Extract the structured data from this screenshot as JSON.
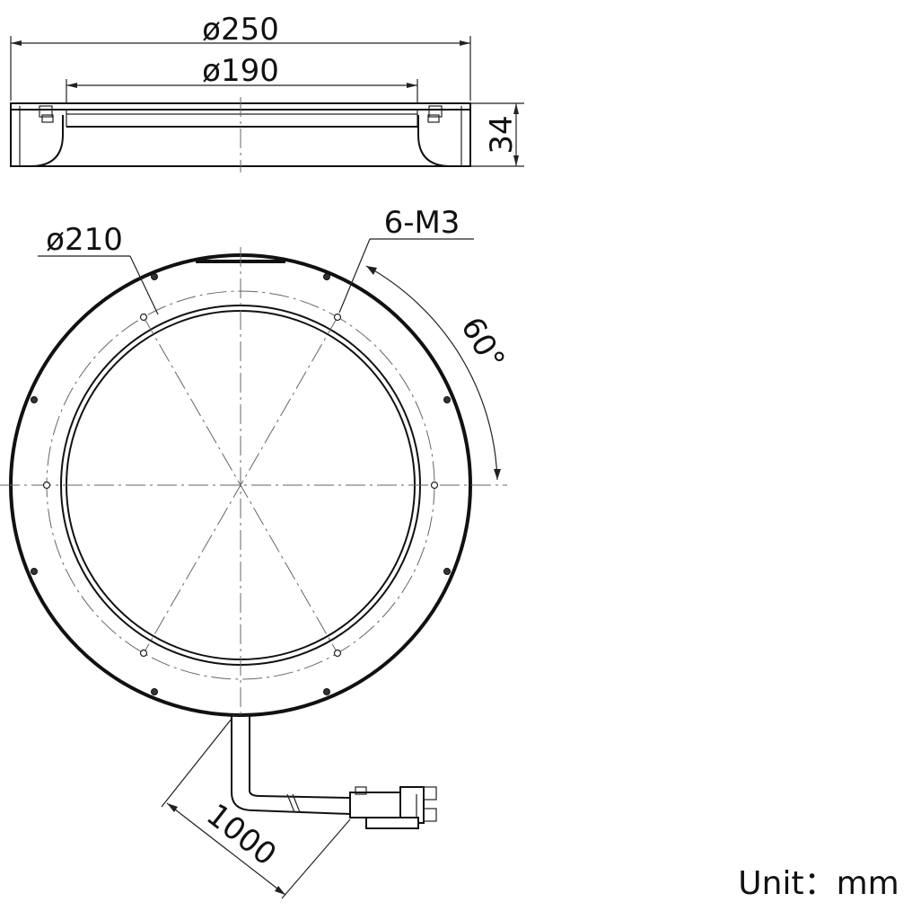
{
  "dimensions": {
    "outer_diameter": "ø250",
    "inner_diameter": "ø190",
    "height": "34",
    "bolt_circle": "ø210",
    "holes": "6-M3",
    "angle": "60°",
    "cable_length": "1000"
  },
  "unit_label": "Unit：mm"
}
